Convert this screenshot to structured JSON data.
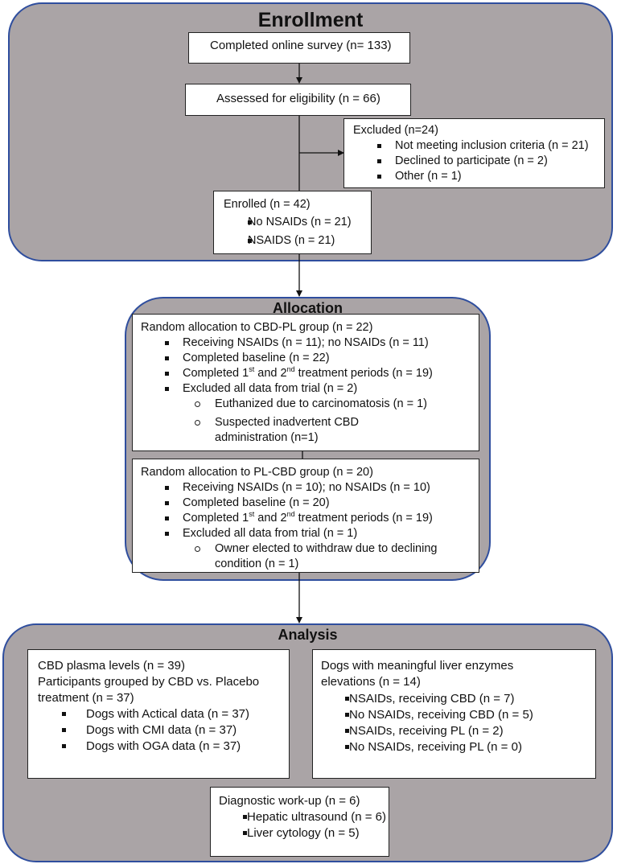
{
  "enrollment": {
    "title": "Enrollment",
    "survey": "Completed online survey (n= 133)",
    "assessed": "Assessed for eligibility (n = 66)",
    "excluded": {
      "header": "Excluded (n=24)",
      "items": [
        "Not meeting inclusion criteria (n = 21)",
        "Declined to participate (n = 2)",
        "Other (n = 1)"
      ]
    },
    "enrolled": {
      "header": "Enrolled (n = 42)",
      "items": [
        "No NSAIDs (n = 21)",
        "NSAIDS (n = 21)"
      ]
    }
  },
  "allocation": {
    "title": "Allocation",
    "cbd_pl": {
      "header": "Random allocation to CBD-PL group (n = 22)",
      "receiving": "Receiving NSAIDs (n = 11); no NSAIDs (n = 11)",
      "baseline": "Completed baseline (n = 22)",
      "completed": {
        "pre": "Completed 1",
        "sup1": "st",
        "mid": " and 2",
        "sup2": "nd",
        "post": " treatment periods (n = 19)"
      },
      "excluded": "Excluded all data from trial (n = 2)",
      "sub": [
        "Euthanized due to carcinomatosis (n = 1)",
        "Suspected inadvertent CBD administration (n=1)"
      ]
    },
    "pl_cbd": {
      "header": "Random allocation to PL-CBD group (n = 20)",
      "receiving": "Receiving NSAIDs (n = 10); no NSAIDs (n = 10)",
      "baseline": "Completed baseline (n = 20)",
      "completed": {
        "pre": "Completed 1",
        "sup1": "st",
        "mid": " and 2",
        "sup2": "nd",
        "post": " treatment periods (n = 19)"
      },
      "excluded": "Excluded all data from trial (n = 1)",
      "sub": [
        "Owner elected to withdraw due to declining condition (n = 1)"
      ]
    }
  },
  "analysis": {
    "title": "Analysis",
    "plasma": {
      "line1": "CBD plasma levels (n = 39)",
      "line2": "Participants grouped by CBD vs. Placebo",
      "line3": "treatment (n = 37)",
      "items": [
        "Dogs with Actical data (n = 37)",
        "Dogs with CMI data (n = 37)",
        "Dogs with OGA data (n = 37)"
      ]
    },
    "liver": {
      "line1": "Dogs with meaningful liver enzymes",
      "line2": "elevations (n = 14)",
      "items": [
        "NSAIDs, receiving CBD (n = 7)",
        "No NSAIDs, receiving CBD (n = 5)",
        "NSAIDs, receiving PL (n = 2)",
        "No NSAIDs, receiving PL (n = 0)"
      ]
    },
    "diagnostic": {
      "header": "Diagnostic work-up (n = 6)",
      "items": [
        "Hepatic ultrasound (n = 6)",
        "Liver cytology (n = 5)"
      ]
    }
  }
}
